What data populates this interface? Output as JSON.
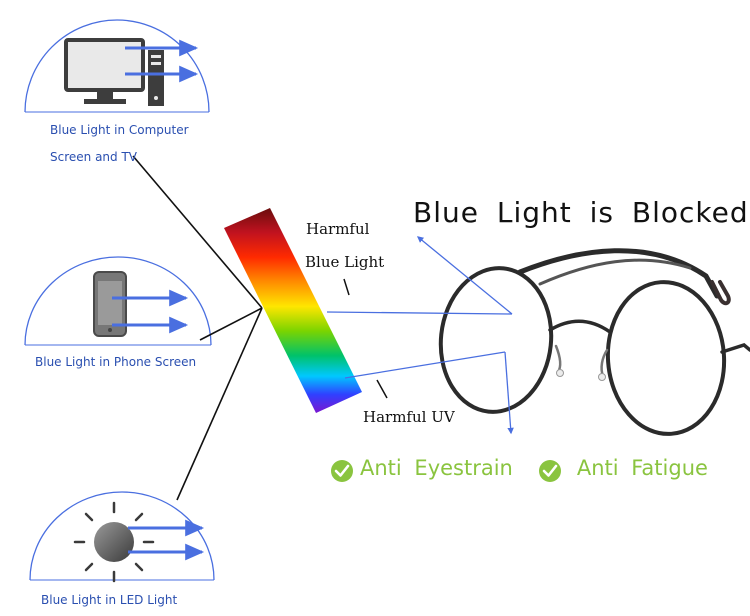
{
  "sources": {
    "computer": {
      "line1": "Blue Light in Computer",
      "line2": "Screen and TV",
      "icon": "monitor-icon"
    },
    "phone": {
      "label": "Blue Light in Phone Screen",
      "icon": "phone-icon"
    },
    "led": {
      "label": "Blue Light in LED Light",
      "icon": "sun-icon"
    }
  },
  "spectrum_labels": {
    "harmful_line1": "Harmful",
    "harmful_line2": "Blue Light",
    "harmful_uv": "Harmful UV"
  },
  "headline": "Blue Light is Blocked",
  "benefits": [
    {
      "label": "Anti Eyestrain",
      "icon": "check-circle-icon"
    },
    {
      "label": "Anti Fatigue",
      "icon": "check-circle-icon"
    }
  ],
  "colors": {
    "arrow_blue": "#4a6fe0",
    "label_blue": "#2a4fb0",
    "benefit_green": "#8ac43f"
  }
}
